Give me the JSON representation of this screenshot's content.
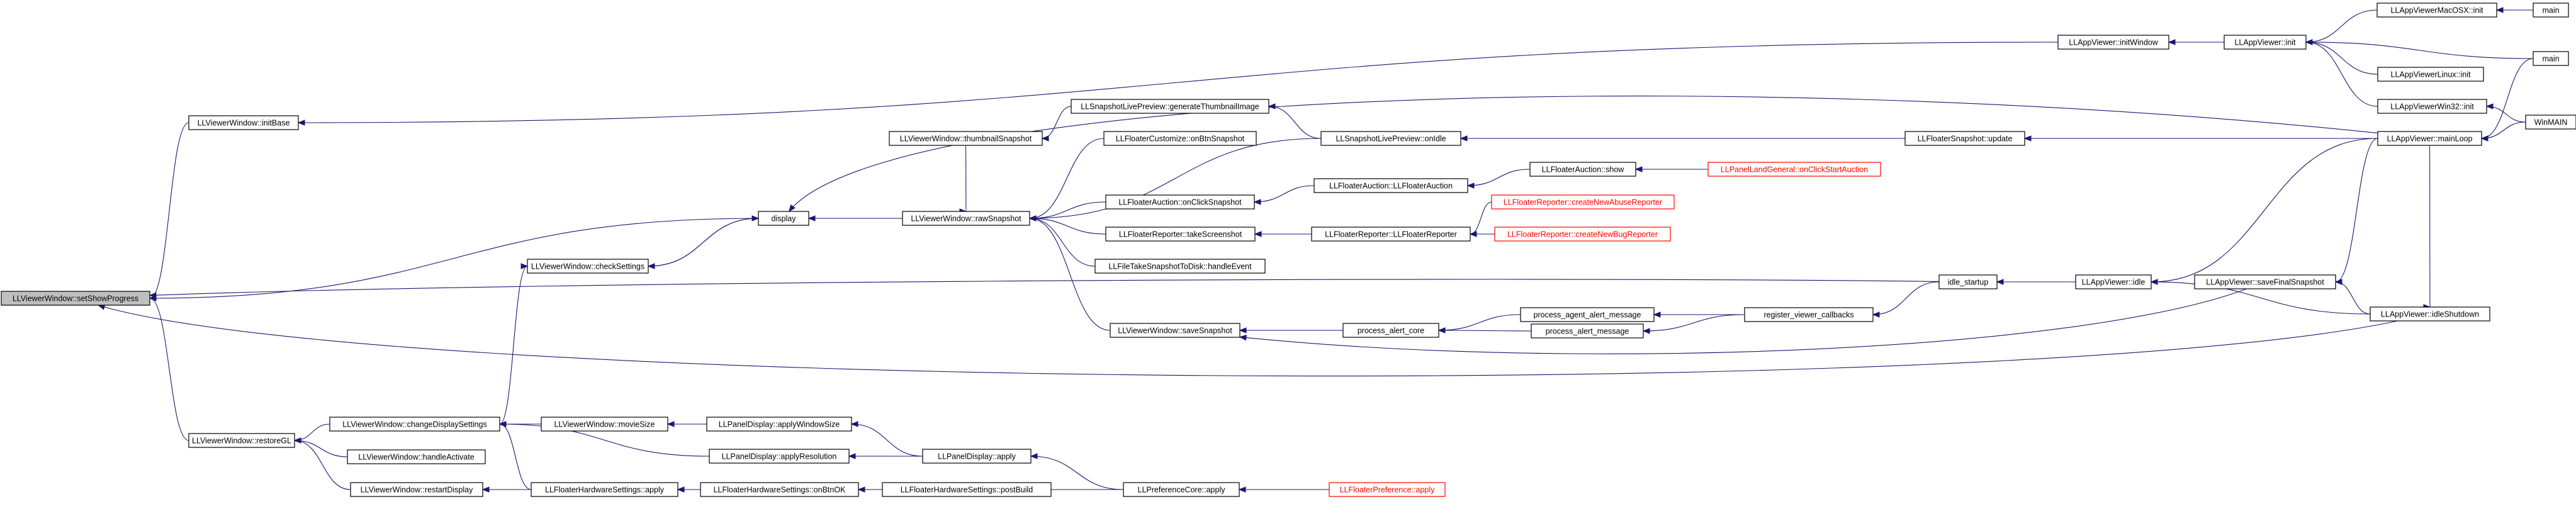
{
  "colors": {
    "node_fill": "#ffffff",
    "root_fill": "#bfbfbf",
    "node_border": "#000000",
    "truncated_border": "#ff0000",
    "edge": "#191970"
  },
  "nodes": [
    {
      "id": "setShowProgress",
      "label": "LLViewerWindow::setShowProgress",
      "style": "root"
    },
    {
      "id": "initBase",
      "label": "LLViewerWindow::initBase"
    },
    {
      "id": "restoreGL",
      "label": "LLViewerWindow::restoreGL"
    },
    {
      "id": "display",
      "label": "display"
    },
    {
      "id": "checkSettings",
      "label": "LLViewerWindow::checkSettings"
    },
    {
      "id": "changeDisplaySettings",
      "label": "LLViewerWindow::changeDisplaySettings"
    },
    {
      "id": "handleActivate",
      "label": "LLViewerWindow::handleActivate"
    },
    {
      "id": "restartDisplay",
      "label": "LLViewerWindow::restartDisplay"
    },
    {
      "id": "thumbnailSnapshot",
      "label": "LLViewerWindow::thumbnailSnapshot"
    },
    {
      "id": "rawSnapshot",
      "label": "LLViewerWindow::rawSnapshot"
    },
    {
      "id": "saveSnapshot",
      "label": "LLViewerWindow::saveSnapshot"
    },
    {
      "id": "movieSize",
      "label": "LLViewerWindow::movieSize"
    },
    {
      "id": "fhsApply",
      "label": "LLFloaterHardwareSettings::apply"
    },
    {
      "id": "generateThumbnailImage",
      "label": "LLSnapshotLivePreview::generateThumbnailImage"
    },
    {
      "id": "onBtnSnapshot",
      "label": "LLFloaterCustomize::onBtnSnapshot"
    },
    {
      "id": "onClickSnapshot",
      "label": "LLFloaterAuction::onClickSnapshot"
    },
    {
      "id": "takeScreenshot",
      "label": "LLFloaterReporter::takeScreenshot"
    },
    {
      "id": "handleEvent",
      "label": "LLFileTakeSnapshotToDisk::handleEvent"
    },
    {
      "id": "processAlertCore",
      "label": "process_alert_core"
    },
    {
      "id": "applyWindowSize",
      "label": "LLPanelDisplay::applyWindowSize"
    },
    {
      "id": "applyResolution",
      "label": "LLPanelDisplay::applyResolution"
    },
    {
      "id": "fhsOnBtnOK",
      "label": "LLFloaterHardwareSettings::onBtnOK"
    },
    {
      "id": "onIdle",
      "label": "LLSnapshotLivePreview::onIdle"
    },
    {
      "id": "floaterAuction",
      "label": "LLFloaterAuction::LLFloaterAuction"
    },
    {
      "id": "floaterReporter",
      "label": "LLFloaterReporter::LLFloaterReporter"
    },
    {
      "id": "processAgentAlert",
      "label": "process_agent_alert_message"
    },
    {
      "id": "processAlert",
      "label": "process_alert_message"
    },
    {
      "id": "panelDisplayApply",
      "label": "LLPanelDisplay::apply"
    },
    {
      "id": "fhsPostBuild",
      "label": "LLFloaterHardwareSettings::postBuild"
    },
    {
      "id": "auctionShow",
      "label": "LLFloaterAuction::show"
    },
    {
      "id": "createAbuse",
      "label": "LLFloaterReporter::createNewAbuseReporter",
      "style": "red"
    },
    {
      "id": "createBug",
      "label": "LLFloaterReporter::createNewBugReporter",
      "style": "red"
    },
    {
      "id": "registerCallbacks",
      "label": "register_viewer_callbacks"
    },
    {
      "id": "prefCoreApply",
      "label": "LLPreferenceCore::apply"
    },
    {
      "id": "onClickStartAuction",
      "label": "LLPanelLandGeneral::onClickStartAuction",
      "style": "red"
    },
    {
      "id": "snapshotUpdate",
      "label": "LLFloaterSnapshot::update"
    },
    {
      "id": "idleStartup",
      "label": "idle_startup"
    },
    {
      "id": "floaterPrefApply",
      "label": "LLFloaterPreference::apply",
      "style": "red"
    },
    {
      "id": "initWindow",
      "label": "LLAppViewer::initWindow"
    },
    {
      "id": "appIdle",
      "label": "LLAppViewer::idle"
    },
    {
      "id": "appInit",
      "label": "LLAppViewer::init"
    },
    {
      "id": "saveFinalSnapshot",
      "label": "LLAppViewer::saveFinalSnapshot"
    },
    {
      "id": "macInit",
      "label": "LLAppViewerMacOSX::init"
    },
    {
      "id": "linuxInit",
      "label": "LLAppViewerLinux::init"
    },
    {
      "id": "win32Init",
      "label": "LLAppViewerWin32::init"
    },
    {
      "id": "mainLoop",
      "label": "LLAppViewer::mainLoop"
    },
    {
      "id": "idleShutdown",
      "label": "LLAppViewer::idleShutdown"
    },
    {
      "id": "mainMac",
      "label": "main"
    },
    {
      "id": "mainLinux",
      "label": "main"
    },
    {
      "id": "winMain",
      "label": "WinMAIN"
    }
  ],
  "edges": [
    [
      "setShowProgress",
      "initBase"
    ],
    [
      "setShowProgress",
      "display"
    ],
    [
      "setShowProgress",
      "restoreGL"
    ],
    [
      "setShowProgress",
      "idleStartup"
    ],
    [
      "setShowProgress",
      "idleShutdown"
    ],
    [
      "initBase",
      "initWindow"
    ],
    [
      "restoreGL",
      "changeDisplaySettings"
    ],
    [
      "restoreGL",
      "handleActivate"
    ],
    [
      "restoreGL",
      "restartDisplay"
    ],
    [
      "display",
      "checkSettings"
    ],
    [
      "display",
      "mainLoop"
    ],
    [
      "display",
      "rawSnapshot"
    ],
    [
      "checkSettings",
      "display"
    ],
    [
      "checkSettings",
      "changeDisplaySettings"
    ],
    [
      "changeDisplaySettings",
      "movieSize"
    ],
    [
      "changeDisplaySettings",
      "applyResolution"
    ],
    [
      "changeDisplaySettings",
      "fhsApply"
    ],
    [
      "restartDisplay",
      "fhsApply"
    ],
    [
      "rawSnapshot",
      "thumbnailSnapshot"
    ],
    [
      "rawSnapshot",
      "onBtnSnapshot"
    ],
    [
      "rawSnapshot",
      "onClickSnapshot"
    ],
    [
      "rawSnapshot",
      "takeScreenshot"
    ],
    [
      "rawSnapshot",
      "handleEvent"
    ],
    [
      "rawSnapshot",
      "saveSnapshot"
    ],
    [
      "rawSnapshot",
      "onIdle"
    ],
    [
      "thumbnailSnapshot",
      "generateThumbnailImage"
    ],
    [
      "generateThumbnailImage",
      "onIdle"
    ],
    [
      "onIdle",
      "snapshotUpdate"
    ],
    [
      "snapshotUpdate",
      "mainLoop"
    ],
    [
      "onClickSnapshot",
      "floaterAuction"
    ],
    [
      "floaterAuction",
      "auctionShow"
    ],
    [
      "auctionShow",
      "onClickStartAuction"
    ],
    [
      "takeScreenshot",
      "floaterReporter"
    ],
    [
      "floaterReporter",
      "createAbuse"
    ],
    [
      "floaterReporter",
      "createBug"
    ],
    [
      "saveSnapshot",
      "processAlertCore"
    ],
    [
      "saveSnapshot",
      "saveFinalSnapshot"
    ],
    [
      "processAlertCore",
      "processAgentAlert"
    ],
    [
      "processAlertCore",
      "processAlert"
    ],
    [
      "processAgentAlert",
      "registerCallbacks"
    ],
    [
      "processAlert",
      "registerCallbacks"
    ],
    [
      "registerCallbacks",
      "idleStartup"
    ],
    [
      "idleStartup",
      "appIdle"
    ],
    [
      "appIdle",
      "mainLoop"
    ],
    [
      "appIdle",
      "idleShutdown"
    ],
    [
      "saveFinalSnapshot",
      "mainLoop"
    ],
    [
      "saveFinalSnapshot",
      "idleShutdown"
    ],
    [
      "idleShutdown",
      "mainLoop"
    ],
    [
      "movieSize",
      "applyWindowSize"
    ],
    [
      "applyWindowSize",
      "panelDisplayApply"
    ],
    [
      "applyResolution",
      "panelDisplayApply"
    ],
    [
      "panelDisplayApply",
      "prefCoreApply"
    ],
    [
      "fhsApply",
      "fhsOnBtnOK"
    ],
    [
      "fhsApply",
      "prefCoreApply"
    ],
    [
      "fhsOnBtnOK",
      "fhsPostBuild"
    ],
    [
      "prefCoreApply",
      "floaterPrefApply"
    ],
    [
      "initWindow",
      "appInit"
    ],
    [
      "appInit",
      "macInit"
    ],
    [
      "appInit",
      "linuxInit"
    ],
    [
      "appInit",
      "win32Init"
    ],
    [
      "appInit",
      "mainLinux"
    ],
    [
      "macInit",
      "mainMac"
    ],
    [
      "win32Init",
      "winMain"
    ],
    [
      "mainLoop",
      "mainLinux"
    ],
    [
      "mainLoop",
      "winMain"
    ]
  ]
}
